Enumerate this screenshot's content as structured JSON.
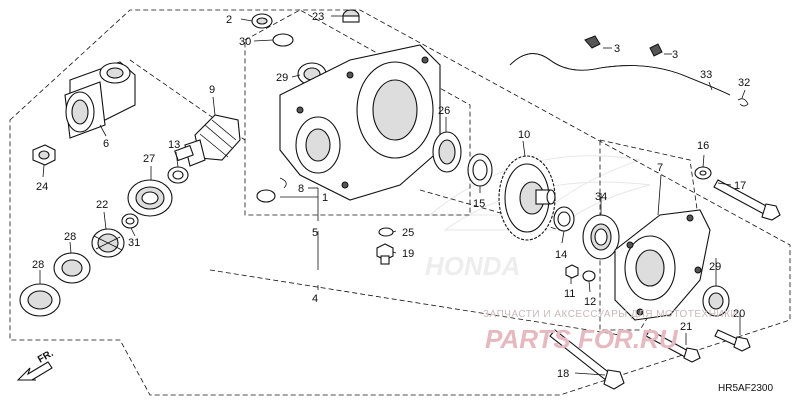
{
  "diagram_code": "HR5AF2300",
  "direction_label": "FR.",
  "watermark": {
    "text": "ЗАПЧАСТИ И АКСЕССУАРЫ ДЛЯ МОТОТЕХНИКИ",
    "logo": "PARTS FOR.RU",
    "brand": "HONDA"
  },
  "callouts": {
    "c1": "1",
    "c2": "2",
    "c3a": "3",
    "c3b": "3",
    "c4": "4",
    "c5": "5",
    "c6": "6",
    "c7": "7",
    "c8": "8",
    "c9": "9",
    "c10": "10",
    "c11": "11",
    "c12": "12",
    "c13": "13",
    "c14": "14",
    "c15": "15",
    "c16": "16",
    "c17": "17",
    "c18": "18",
    "c19": "19",
    "c20": "20",
    "c21": "21",
    "c22": "22",
    "c23": "23",
    "c24": "24",
    "c25": "25",
    "c26": "26",
    "c27": "27",
    "c28a": "28",
    "c28b": "28",
    "c29a": "29",
    "c29b": "29",
    "c30": "30",
    "c31": "31",
    "c32": "32",
    "c33": "33",
    "c34": "34"
  }
}
